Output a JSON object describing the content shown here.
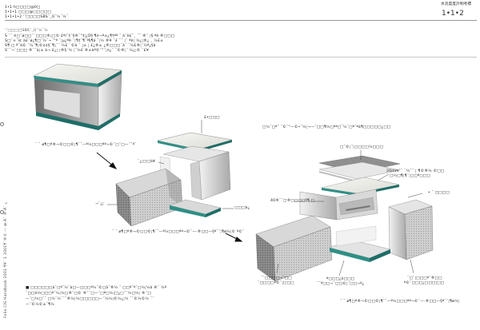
{
  "header": {
    "breadcrumb_lines": [
      "1•1  h□□□□@0□",
      "1•1•1  □□□@□□□□□",
      "1•1•1•2  ʼʽ□□□□SBSˆ_Úˆ½ˆ½ˆ"
    ],
    "right_title": "水流度度計制考標",
    "page_number": "1•1•2"
  },
  "intro": {
    "small_note": "ʼʽ□□□□SBSˆ_Úˆ½ˆ½",
    "lines": [
      "S ˆˆ é□ˆø□□¨´□□□®¡□© £ª/ˆ‡ˆ§®ˆ°‡¦¿Ü§ ¶¤¬ª±¿¶†ªª ˆ à¨è£¨¸ ˆˆ ®ˆ ¦§ ªè ®□□□",
      "S□ˆ×ˆï¢ à£ˆø¿¶□ˆ½¨¬¨°ª ˆ¦µ¿ªè ˆ¦¶‡¨¶¨ª§¶á ˆ¦½ ®¥ ˆ£ ˆˆ ¦ˆ ªè¦ ½¿¦®¿ ¸ ½£±",
      "S¶ □ ª¨à© ˆ½¨¶¦©¢¢§¨¶¡ˆ¨ ½£ ´©à ˆ ¦± ¦ £¿®± ¿®□□□ˆà¨ ˆ½£®¦ˆ½ª¿§à",
      "S¨ˆ¬´□□□ ®¨ˆà¦± à¬ £¿¦ ¦®§´½ ¦ˆ½£ ®±àª©ˆ°ˆ¦¤¿¨ ˆ©®¦¨ ½¿¦© ¨£¥"
    ]
  },
  "figure": {
    "top_label": "£•□□□",
    "left_label": "¨¿¦□□à¥",
    "left_small_label": "¬¨¿¦",
    "left_bottom_label": "□□□à¿",
    "caption_a": "ˆ ˆ ø¶□ª®¬©□□©¦¶ˆˆ—ª½□□□ªª¬©ˆ□ˆ□—¨ˆªˆ",
    "caption_b": "ˆ ˆ ø¶□ª®¬©□□©¦¶ˆˆ—ª½□□□ªª¬©ˆ—·®□□—§ªˆ¨¦¶ø½¦© ª©ˆ",
    "right_header": "□½¨□ªˆ ˆ©ˆ°—©•ˆ½¦¬—¨□□¶½□ªª□¨½¨□ªˆªà¶□□□□□¿□□",
    "right_top_label": "□¨©¦¨¦□□□□½□□□",
    "right_mid_label_1": "20mmˆˆ ¨½ˆˆ ¦ ¶©®½ ©□□",
    "right_mid_label_2": "□½□¶¦¶¨¦□□ª□□□",
    "right_side_label": "• ˆ □□□□",
    "right_inner_label": "40®ˆˆ□®□□□□ª¶ □",
    "right_bottom_left_a": "ˆˆ□□□□¬¨□□",
    "right_bottom_left_b": "¨□□□□ª©¨¦□□□",
    "right_bottom_mid_a": "ª□□□¿è□□□",
    "right_bottom_mid_b": "¨ˆª□□¬¨□□©¦¨□□¬ª¿",
    "right_bottom_right_a": "ˆ□ˆ¦□□□ªˆ®□□",
    "right_bottom_right_b": "ª©¨□□□¿□□□¦□□",
    "caption_c": "ˆ ˆ ø¶□ª®¬©□□©¦¶ˆˆ—ª½□□□ªª¬©ˆ—·®□□—§ªˆ¨¦¶ø½¦"
  },
  "note": {
    "lines": [
      "■ □□□□□□àˆ□ªˆ½¨à□—□□□ª½ˆ©□àˆ®½  ˆ □□ªˆªˆ□½¦½à ®ˆ ½ª",
      "   ¨□□è½□□□ªˆ½¦½□®¨□© ®ˆˆ□—¨□ª□½¦□¿□¨¨½□½¦ ®ˆ□",
      "   —¨□½□¨ˆ □½¨½ˆˆ¨®½¦½□¦□□□□—ˆ½½¦©½¿¦½ ˆˆ©½©½ ¨¨",
      "   —¨©½©±¨¶½"
    ]
  },
  "footer": {
    "vertical_text": "Folio CIS Handbook 2001·¶¥¨ 1 2001¶¨®© — æ·Àˆ ®·Àˆ ¿"
  },
  "colors": {
    "teal_edge": "#2f8f86",
    "teal_dark": "#1f6e68",
    "panel_light": "#ececec",
    "panel_mid": "#bdbdbd",
    "panel_dark": "#7a7a7a"
  }
}
